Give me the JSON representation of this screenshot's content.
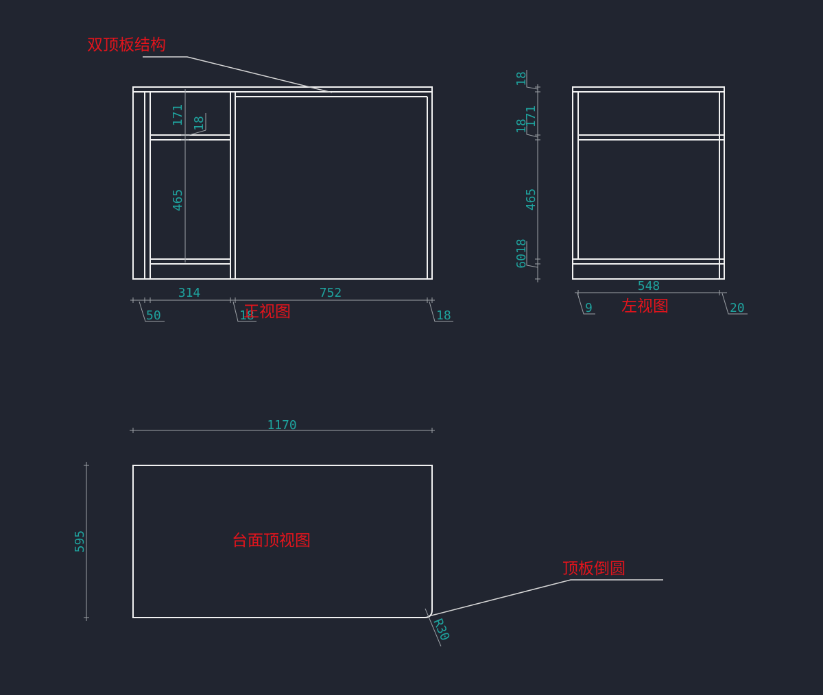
{
  "labels": {
    "double_top": "双顶板结构",
    "front_view": "正视图",
    "left_view": "左视图",
    "top_view": "台面顶视图",
    "fillet": "顶板倒圆"
  },
  "front_dims": {
    "upper_shelf": "171",
    "shelf_thickness": "18",
    "lower_shelf": "465",
    "left_width": "314",
    "right_width": "752",
    "left_offset": "50",
    "divider": "18",
    "right_panel": "18"
  },
  "side_dims": {
    "top_board": "18",
    "upper_gap": "171",
    "mid_board": "18",
    "lower_gap": "465",
    "bottom_pair": "6018",
    "depth": "548",
    "front_offset": "9",
    "back_offset": "20"
  },
  "top_dims": {
    "length": "1170",
    "depth": "595",
    "radius": "R30"
  },
  "colors": {
    "background": "#212530",
    "geometry": "#f2f2f2",
    "dimension_text": "#1fa39e",
    "label_text": "#e3141c"
  }
}
